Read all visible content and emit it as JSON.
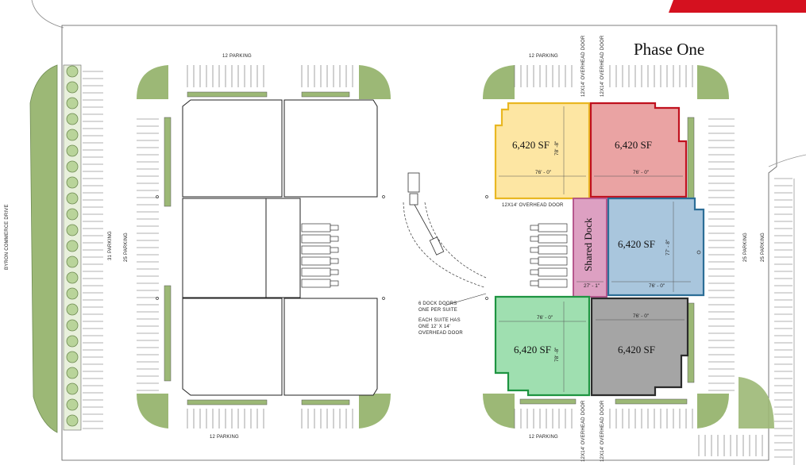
{
  "header": {
    "title": "Phase One"
  },
  "colors": {
    "green": "#9cb876",
    "yellow": "#fde6a3",
    "yellow_border": "#e9b722",
    "red": "#eaa3a3",
    "red_border": "#c0111e",
    "blue": "#a9c6dd",
    "blue_border": "#2c6e97",
    "pink": "#dda0c2",
    "pink_border": "#b14d86",
    "mint": "#9fdfb0",
    "mint_border": "#1e9441",
    "gray": "#a5a5a5",
    "gray_border": "#2b2b2b",
    "accent": "#d5111f"
  },
  "labels": {
    "road": "BYRON COMMERCE DRIVE",
    "parking_31": "31 PARKING",
    "parking_25_left": "25 PARKING",
    "parking_25_right_a": "25 PARKING",
    "parking_25_right_b": "25 PARKING",
    "parking_12_top_left": "12 PARKING",
    "parking_12_top_right": "12 PARKING",
    "parking_12_bottom_left": "12 PARKING",
    "parking_12_bottom_right": "12 PARKING",
    "overhead_door_h": "12X14' OVERHEAD DOOR",
    "overhead_top_a": "12X14' OVERHEAD DOOR",
    "overhead_top_b": "12X14' OVERHEAD DOOR",
    "overhead_bottom_a": "12X14' OVERHEAD DOOR",
    "overhead_bottom_b": "12X14' OVERHEAD DOOR",
    "dock_note_1": "6 DOCK DOORS",
    "dock_note_2": "ONE PER SUITE",
    "dock_note_3": "EACH SUITE HAS",
    "dock_note_4": "ONE 12' X 14'",
    "dock_note_5": "OVERHEAD DOOR"
  },
  "suites": {
    "yellow": {
      "area": "6,420 SF",
      "width": "76' - 0\"",
      "depth": "78' -8\""
    },
    "red": {
      "area": "6,420 SF",
      "width": "76' - 0\""
    },
    "blue": {
      "area": "6,420 SF",
      "width": "76' - 0\"",
      "depth": "77' - 8\""
    },
    "shared": {
      "name": "Shared Dock",
      "width": "27' - 1\""
    },
    "green": {
      "area": "6,420 SF",
      "width": "76' - 0\"",
      "depth": "78' -8\""
    },
    "gray": {
      "area": "6,420 SF",
      "width": "76' - 0\""
    }
  }
}
